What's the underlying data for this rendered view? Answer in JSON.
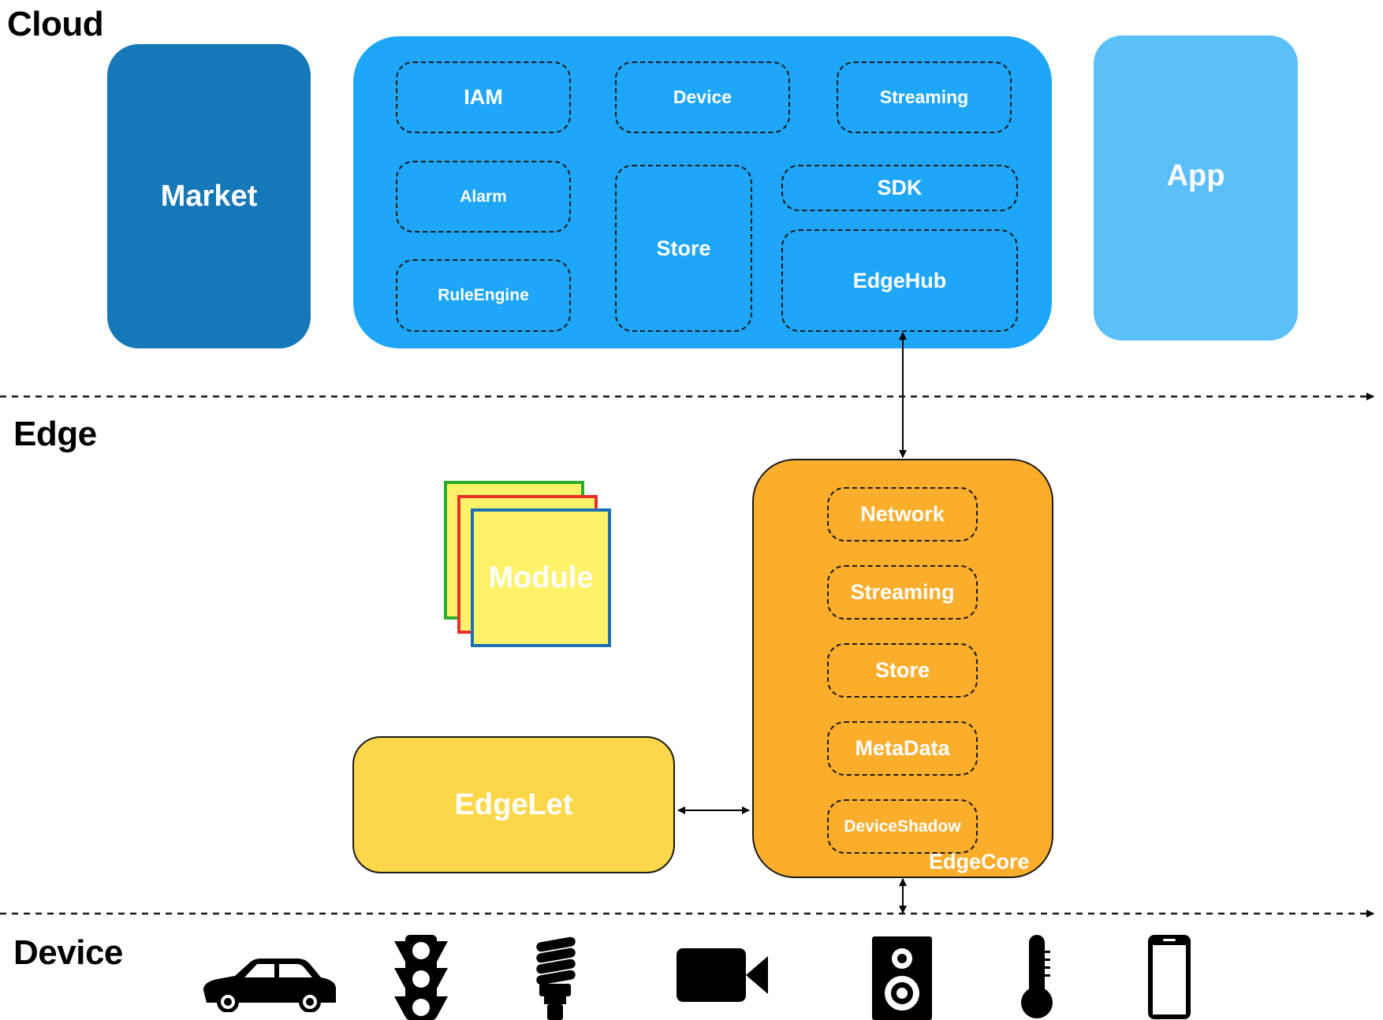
{
  "layers": {
    "cloud": "Cloud",
    "edge": "Edge",
    "device": "Device"
  },
  "cloud": {
    "market": "Market",
    "app": "App",
    "services": {
      "iam": "IAM",
      "device": "Device",
      "streaming": "Streaming",
      "alarm": "Alarm",
      "store": "Store",
      "sdk": "SDK",
      "rule_engine": "RuleEngine",
      "edgehub": "EdgeHub"
    }
  },
  "edge": {
    "module": "Module",
    "edgelet": "EdgeLet",
    "edgecore": {
      "title": "EdgeCore",
      "components": [
        "Network",
        "Streaming",
        "Store",
        "MetaData",
        "DeviceShadow"
      ]
    }
  },
  "devices": [
    "car-icon",
    "traffic-light-icon",
    "light-bulb-icon",
    "video-camera-icon",
    "speaker-icon",
    "thermometer-icon",
    "smartphone-icon"
  ],
  "colors": {
    "market": "#1578b8",
    "cloud_core": "#1ea6f8",
    "app": "#5bbff9",
    "edgecore": "#fbad2c",
    "edgelet": "#fdd74a",
    "module_fill": "#fef26a",
    "module_green": "#2aae2a",
    "module_red": "#e8302a",
    "module_blue": "#1d6fb5"
  }
}
